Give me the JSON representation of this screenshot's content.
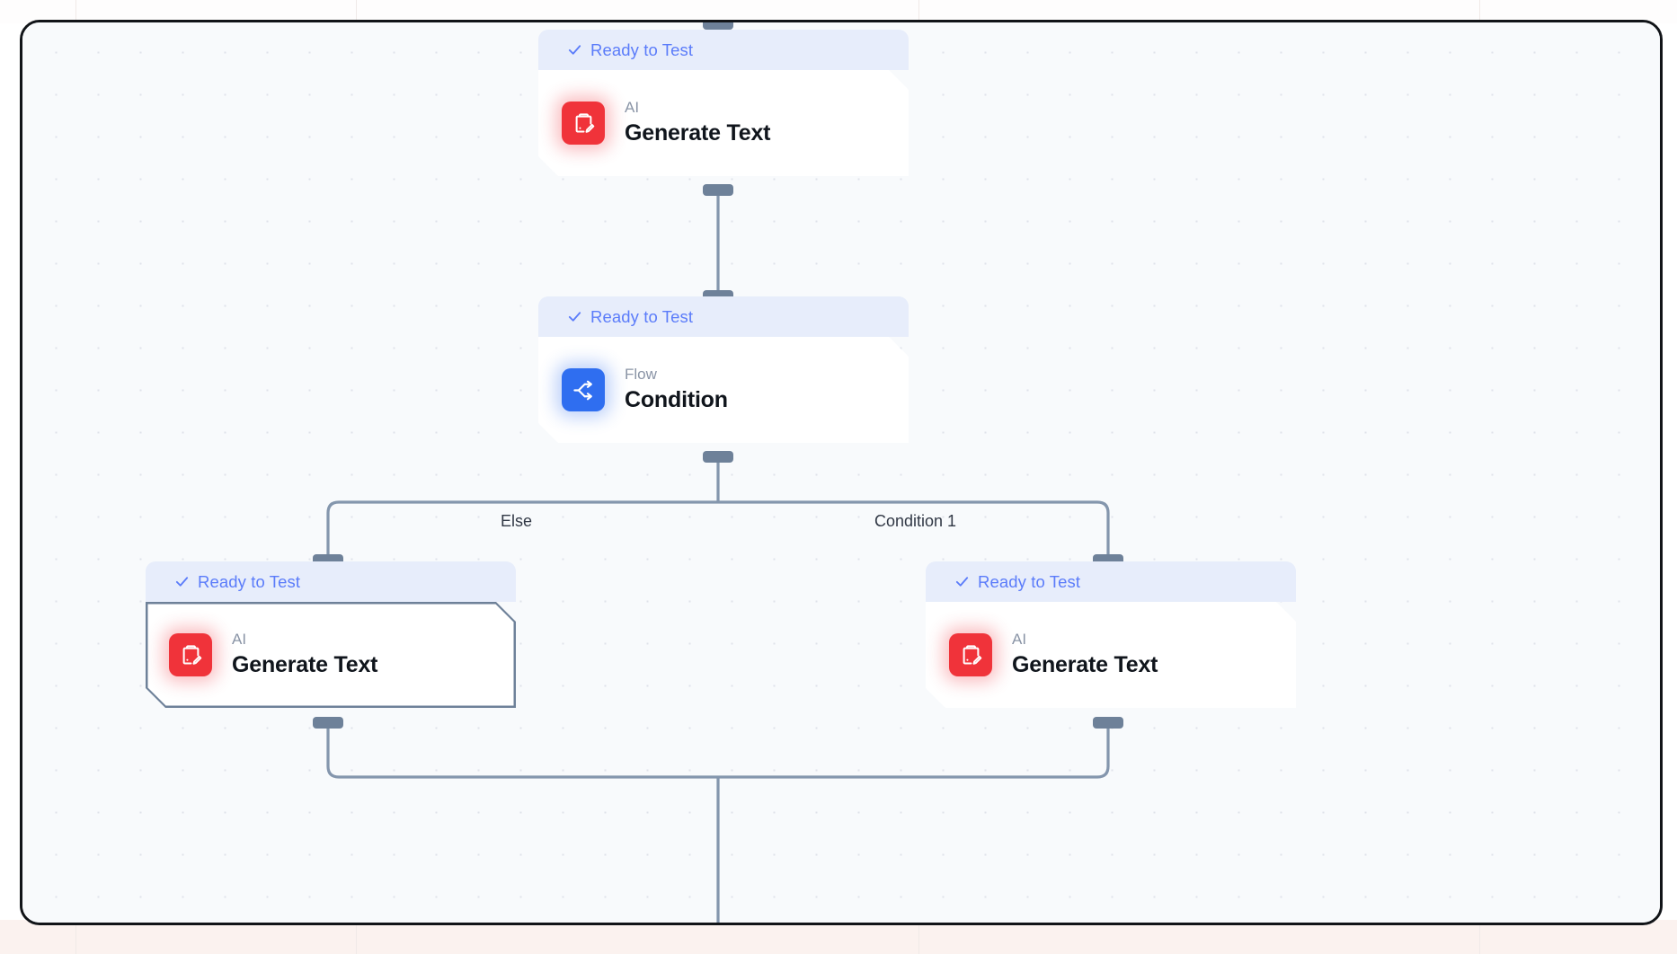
{
  "canvas": {
    "background_color": "#f8fafc",
    "grid": "dot-grid",
    "frame_color": "#111418"
  },
  "status_colors": {
    "ready_bg": "#e7edfb",
    "ready_text": "#5b7cfa",
    "ai_icon": "#f0333a",
    "flow_icon": "#2f6ef0",
    "connector": "#6e8199"
  },
  "nodes": [
    {
      "id": "generate-text-top",
      "status": "Ready to Test",
      "kind": "AI",
      "title": "Generate Text",
      "icon": "clipboard-edit-icon",
      "selected": false
    },
    {
      "id": "condition",
      "status": "Ready to Test",
      "kind": "Flow",
      "title": "Condition",
      "icon": "branch-split-icon",
      "selected": false
    },
    {
      "id": "generate-text-else",
      "status": "Ready to Test",
      "kind": "AI",
      "title": "Generate Text",
      "icon": "clipboard-edit-icon",
      "selected": true
    },
    {
      "id": "generate-text-condition-1",
      "status": "Ready to Test",
      "kind": "AI",
      "title": "Generate Text",
      "icon": "clipboard-edit-icon",
      "selected": false
    }
  ],
  "branches": [
    {
      "id": "else",
      "label": "Else"
    },
    {
      "id": "condition-1",
      "label": "Condition 1"
    }
  ]
}
